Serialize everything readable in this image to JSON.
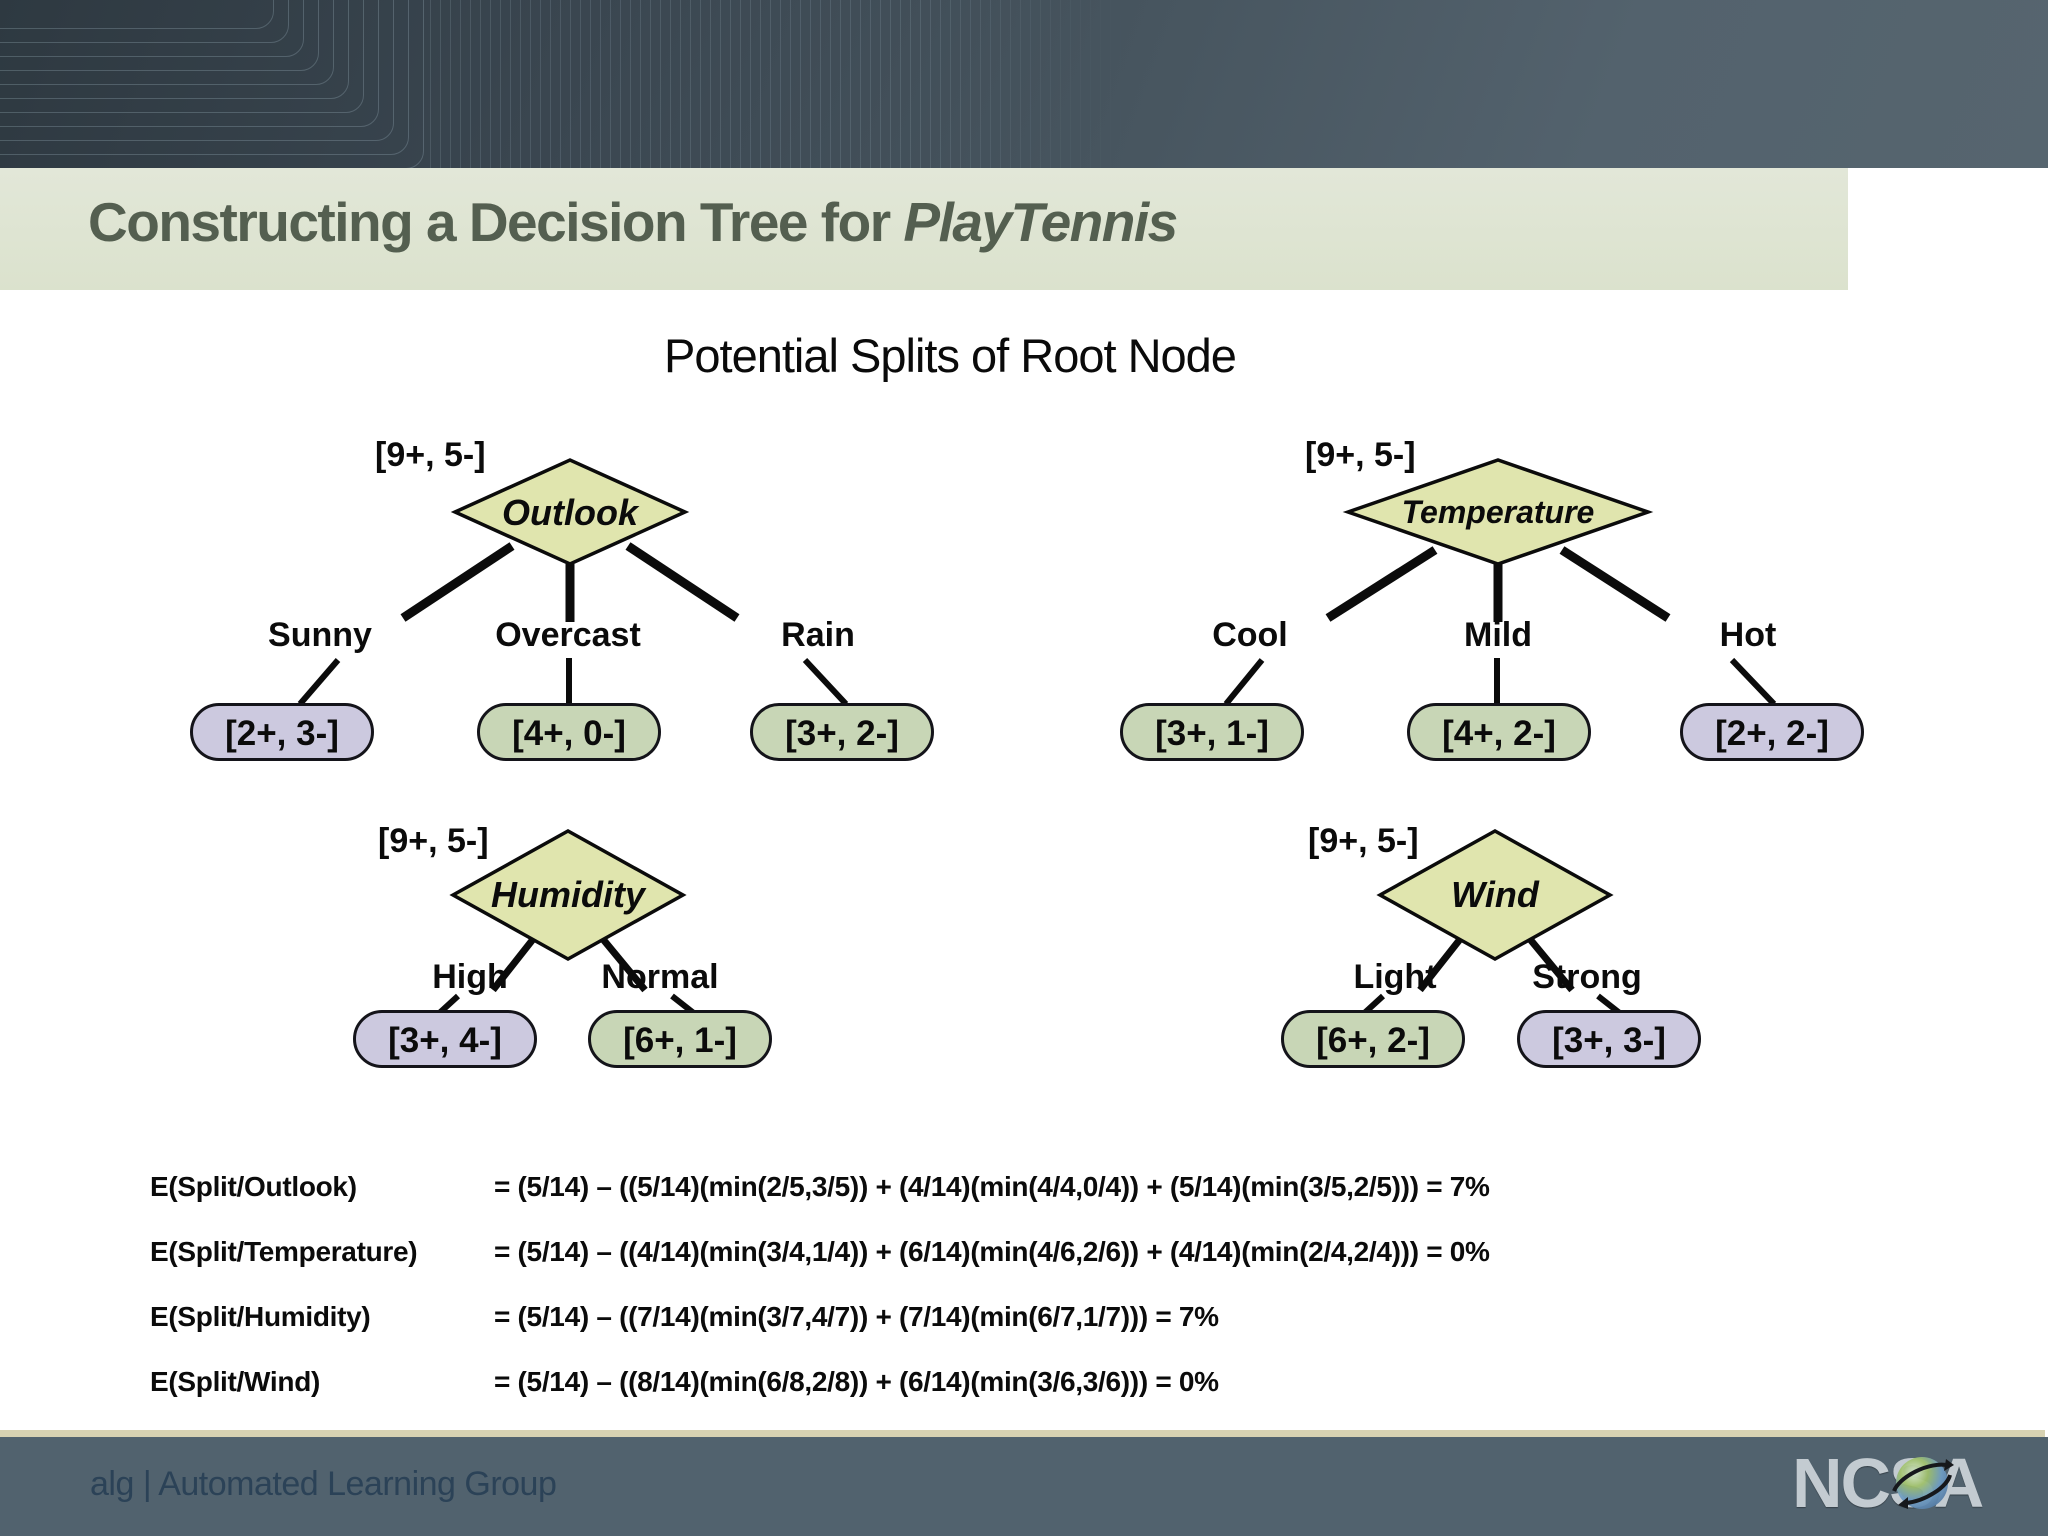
{
  "title": {
    "prefix": "Constructing a Decision Tree for ",
    "emphasis": "PlayTennis"
  },
  "content": {
    "heading": "Potential Splits of Root Node"
  },
  "trees": [
    {
      "name": "Outlook",
      "count": "[9+, 5-]",
      "branches": [
        {
          "label": "Sunny",
          "leaf": "[2+, 3-]",
          "color": "lavender"
        },
        {
          "label": "Overcast",
          "leaf": "[4+, 0-]",
          "color": "green"
        },
        {
          "label": "Rain",
          "leaf": "[3+, 2-]",
          "color": "green"
        }
      ]
    },
    {
      "name": "Temperature",
      "count": "[9+, 5-]",
      "branches": [
        {
          "label": "Cool",
          "leaf": "[3+, 1-]",
          "color": "green"
        },
        {
          "label": "Mild",
          "leaf": "[4+, 2-]",
          "color": "green"
        },
        {
          "label": "Hot",
          "leaf": "[2+, 2-]",
          "color": "lavender"
        }
      ]
    },
    {
      "name": "Humidity",
      "count": "[9+, 5-]",
      "branches": [
        {
          "label": "High",
          "leaf": "[3+, 4-]",
          "color": "lavender"
        },
        {
          "label": "Normal",
          "leaf": "[6+, 1-]",
          "color": "green"
        }
      ]
    },
    {
      "name": "Wind",
      "count": "[9+, 5-]",
      "branches": [
        {
          "label": "Light",
          "leaf": "[6+, 2-]",
          "color": "green"
        },
        {
          "label": "Strong",
          "leaf": "[3+, 3-]",
          "color": "lavender"
        }
      ]
    }
  ],
  "formulas": [
    {
      "label": "E(Split/Outlook)",
      "expression": "= (5/14) – ((5/14)(min(2/5,3/5)) + (4/14)(min(4/4,0/4)) + (5/14)(min(3/5,2/5))) = 7%"
    },
    {
      "label": "E(Split/Temperature)",
      "expression": "= (5/14) – ((4/14)(min(3/4,1/4)) + (6/14)(min(4/6,2/6)) + (4/14)(min(2/4,2/4))) = 0%"
    },
    {
      "label": "E(Split/Humidity)",
      "expression": "= (5/14) – ((7/14)(min(3/7,4/7)) + (7/14)(min(6/7,1/7))) = 7%"
    },
    {
      "label": "E(Split/Wind)",
      "expression": "= (5/14) – ((8/14)(min(6/8,2/8)) + (6/14)(min(3/6,3/6))) = 0%"
    }
  ],
  "footer": {
    "text": "alg | Automated Learning Group",
    "logo_text": "NCSA"
  },
  "colors": {
    "diamond_fill": "#e0e5ae",
    "leaf_green": "#c8d6b6",
    "leaf_lavender": "#ccc9df",
    "header_slate": "#47555f",
    "title_band": "#dde3d0",
    "title_text": "#545f50",
    "footer_bg": "#51626e",
    "divider_tan": "#d7d2b2"
  }
}
